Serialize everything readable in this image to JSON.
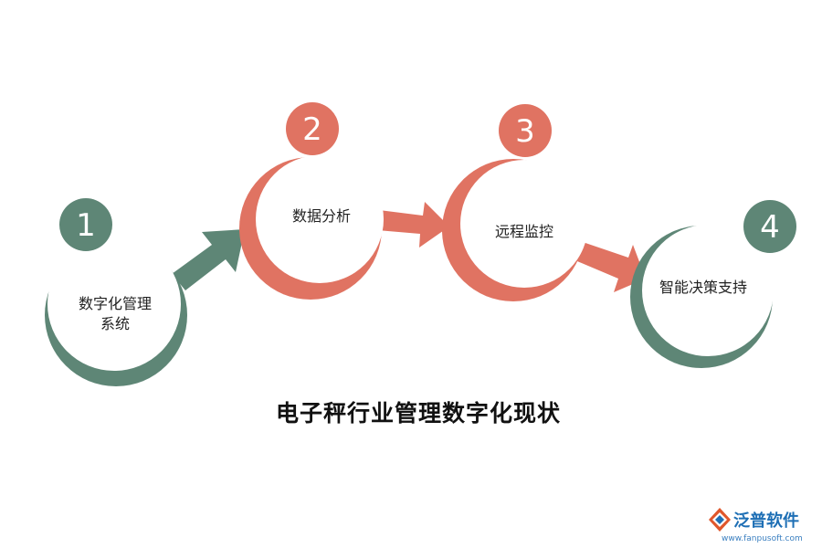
{
  "title": "电子秤行业管理数字化现状",
  "colors": {
    "green": "#5e8676",
    "coral": "#e07362",
    "white": "#ffffff",
    "logo_blue": "#1e6fb5"
  },
  "steps": [
    {
      "number": "1",
      "label_line1": "数字化管理",
      "label_line2": "系统",
      "color": "#5e8676"
    },
    {
      "number": "2",
      "label_line1": "数据分析",
      "label_line2": "",
      "color": "#e07362"
    },
    {
      "number": "3",
      "label_line1": "远程监控",
      "label_line2": "",
      "color": "#e07362"
    },
    {
      "number": "4",
      "label_line1": "智能决策支持",
      "label_line2": "",
      "color": "#5e8676"
    }
  ],
  "arrows": [
    {
      "from": "1",
      "to": "2",
      "color": "#5e8676"
    },
    {
      "from": "2",
      "to": "3",
      "color": "#e07362"
    },
    {
      "from": "3",
      "to": "4",
      "color": "#e07362"
    }
  ],
  "logo": {
    "name": "泛普软件",
    "url": "www.fanpusoft.com",
    "icon": "fanpu-logo-icon"
  }
}
